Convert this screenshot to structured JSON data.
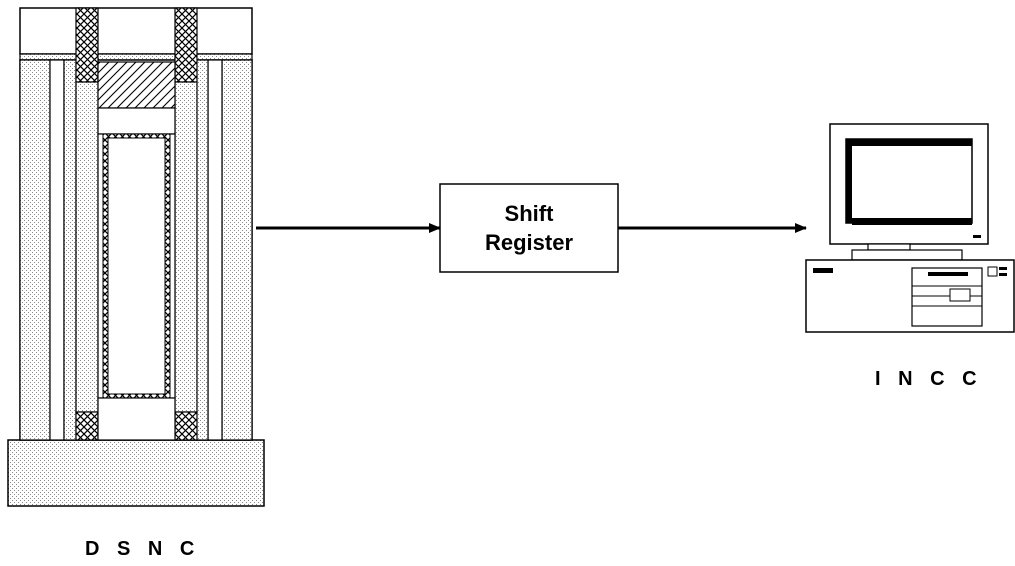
{
  "labels": {
    "detector": "DSNC",
    "detector_display": "D S N C",
    "computer": "INCC",
    "computer_display": "I N C C",
    "shift_register_line1": "Shift",
    "shift_register_line2": "Register"
  },
  "colors": {
    "stroke": "#000000",
    "fill": "#ffffff",
    "stipple": "#d9d9d9"
  }
}
